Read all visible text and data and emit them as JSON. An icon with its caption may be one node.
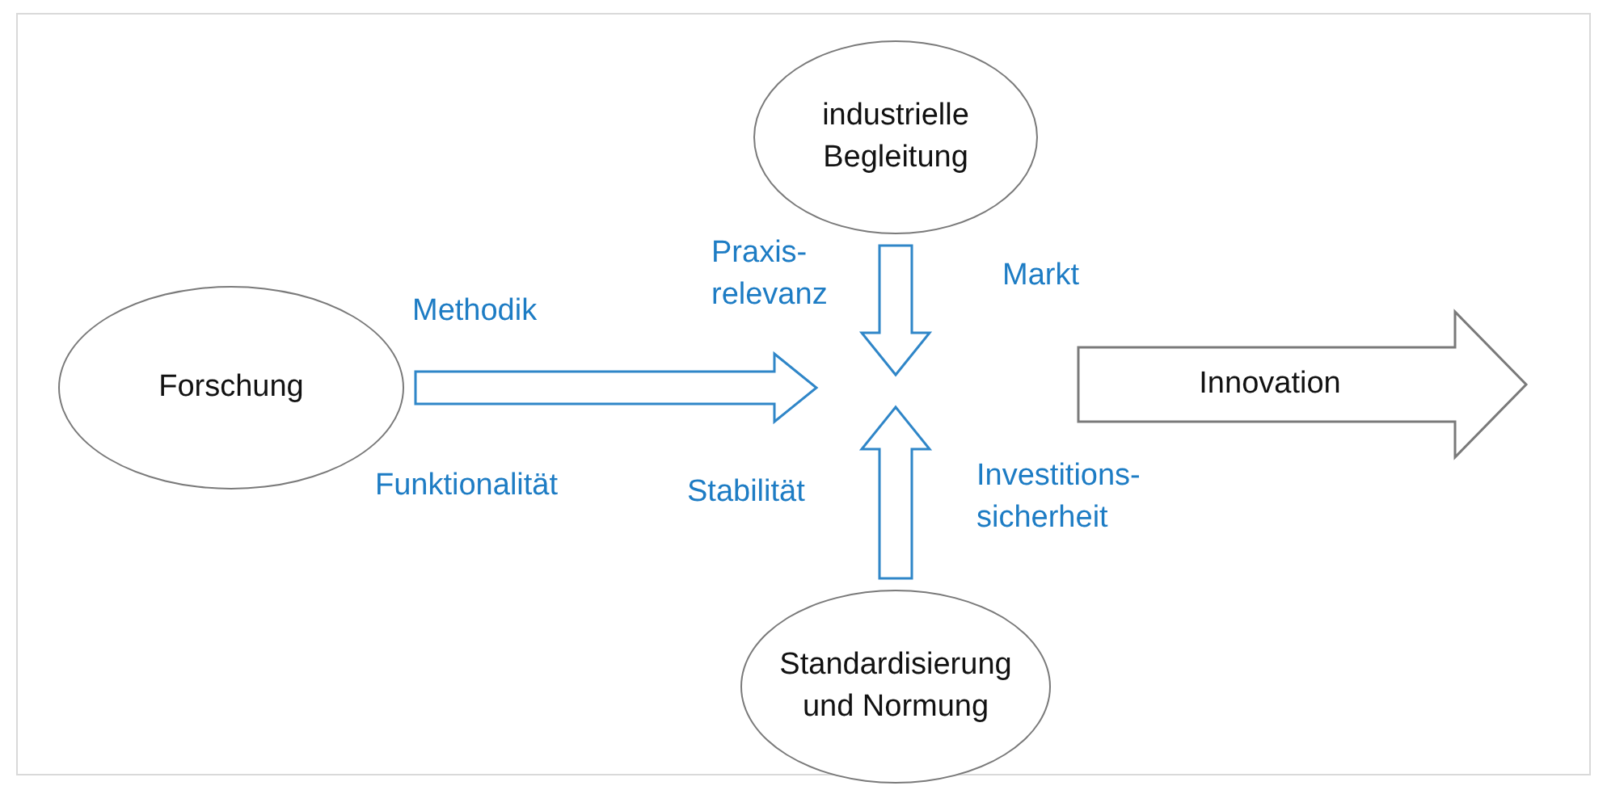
{
  "diagram": {
    "nodes": [
      {
        "text": [
          "Forschung"
        ]
      },
      {
        "text": [
          "industrielle Begleitung"
        ]
      },
      {
        "text": [
          "Standardisierung und Normung"
        ]
      },
      {
        "text": [
          "Innovation"
        ]
      }
    ],
    "edges": [
      {
        "from": 0,
        "to": null,
        "arrow": "to"
      },
      {
        "from": 1,
        "to": null,
        "arrow": "to"
      },
      {
        "from": 2,
        "to": null,
        "arrow": "to"
      }
    ],
    "labels": [
      "Praxis- relevanz",
      "Markt",
      "Methodik",
      "Funktionalität",
      "Stabilität",
      "Investitions- sicherheit"
    ]
  }
}
